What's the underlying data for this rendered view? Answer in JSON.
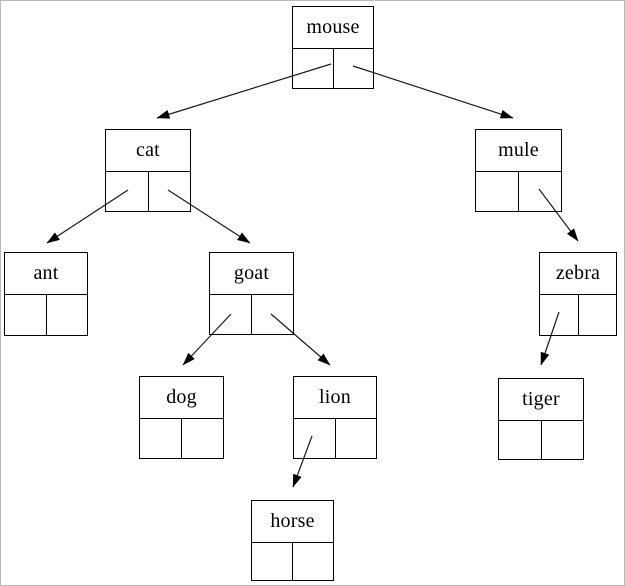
{
  "diagram": {
    "kind": "binary-search-tree",
    "background_color": "#ffffff",
    "node_border_color": "#000000",
    "arrow_color": "#000000",
    "text_color": "#000000",
    "frame_border_color": "#b9b9bb"
  },
  "tree": {
    "root": "mouse",
    "nodes": [
      {
        "id": "mouse",
        "label": "mouse"
      },
      {
        "id": "cat",
        "label": "cat"
      },
      {
        "id": "mule",
        "label": "mule"
      },
      {
        "id": "ant",
        "label": "ant"
      },
      {
        "id": "goat",
        "label": "goat"
      },
      {
        "id": "zebra",
        "label": "zebra"
      },
      {
        "id": "dog",
        "label": "dog"
      },
      {
        "id": "lion",
        "label": "lion"
      },
      {
        "id": "tiger",
        "label": "tiger"
      },
      {
        "id": "horse",
        "label": "horse"
      }
    ],
    "edges": [
      {
        "from": "mouse",
        "pointer": "left",
        "to": "cat"
      },
      {
        "from": "mouse",
        "pointer": "right",
        "to": "mule"
      },
      {
        "from": "cat",
        "pointer": "left",
        "to": "ant"
      },
      {
        "from": "cat",
        "pointer": "right",
        "to": "goat"
      },
      {
        "from": "goat",
        "pointer": "left",
        "to": "dog"
      },
      {
        "from": "goat",
        "pointer": "right",
        "to": "lion"
      },
      {
        "from": "lion",
        "pointer": "left",
        "to": "horse"
      },
      {
        "from": "mule",
        "pointer": "right",
        "to": "zebra"
      },
      {
        "from": "zebra",
        "pointer": "left",
        "to": "tiger"
      }
    ]
  }
}
